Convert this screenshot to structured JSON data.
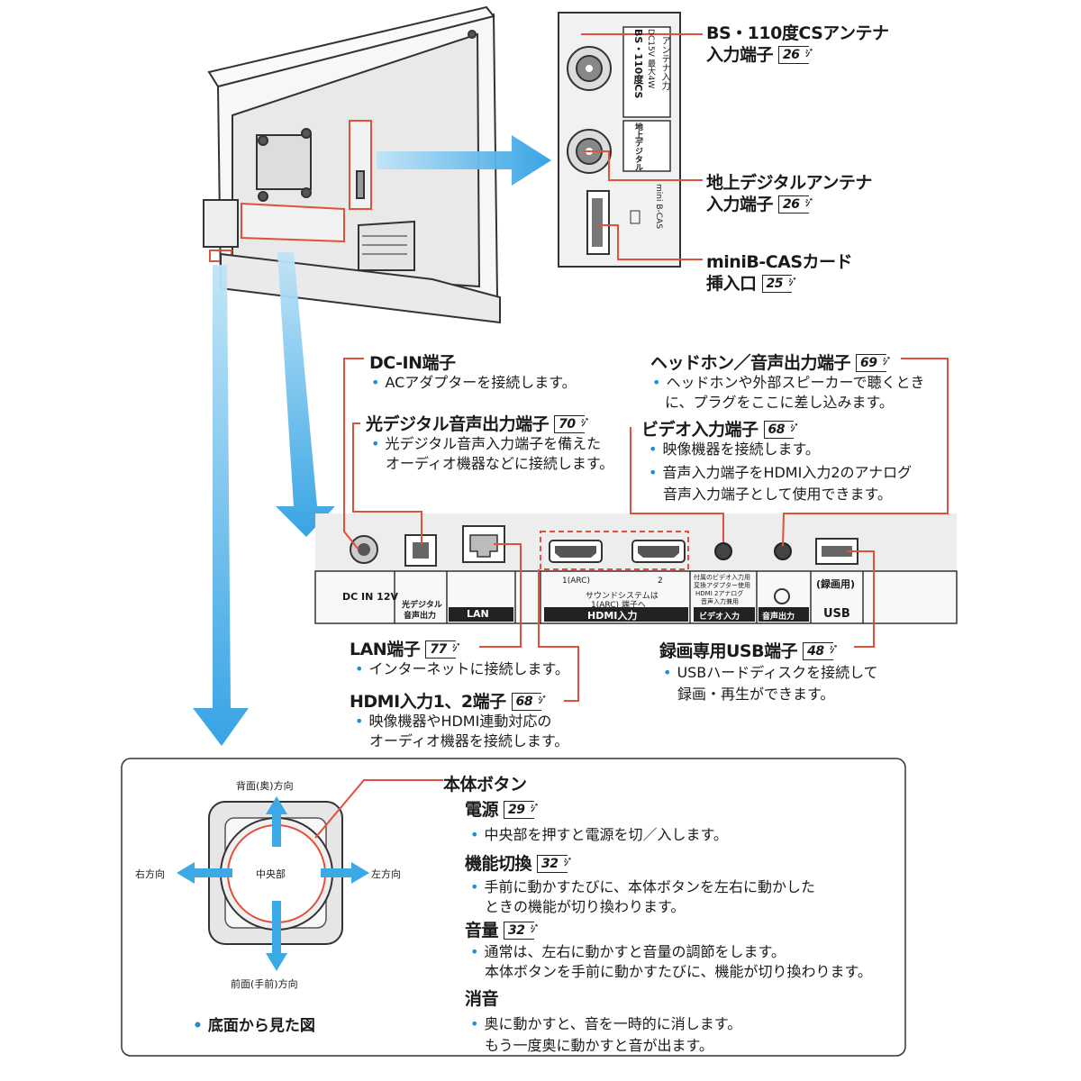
{
  "antenna_bs": {
    "title": "BS・110度CSアンテナ",
    "title2": "入力端子",
    "ref": "26"
  },
  "antenna_terrestrial": {
    "title": "地上デジタルアンテナ",
    "title2": "入力端子",
    "ref": "26"
  },
  "minib_cas": {
    "title": "miniB-CASカード",
    "title2": "挿入口",
    "ref": "25"
  },
  "side_panel_text": {
    "bs": "BS・110度CS",
    "dc": "DC15V 最大4W",
    "antenna": "アンテナ入力",
    "terrestrial": "地上デジタル",
    "cas": "mini B-CAS"
  },
  "dc_in": {
    "title": "DC-IN端子",
    "desc": "ACアダプターを接続します。"
  },
  "optical": {
    "title": "光デジタル音声出力端子",
    "ref": "70",
    "desc1": "光デジタル音声入力端子を備えた",
    "desc2": "オーディオ機器などに接続します。"
  },
  "headphone": {
    "title": "ヘッドホン／音声出力端子",
    "ref": "69",
    "desc1": "ヘッドホンや外部スピーカーで聴くとき",
    "desc2": "に、プラグをここに差し込みます。"
  },
  "video_in": {
    "title": "ビデオ入力端子",
    "ref": "68",
    "desc1": "映像機器を接続します。",
    "desc2": "音声入力端子をHDMI入力2のアナログ",
    "desc3": "音声入力端子として使用できます。"
  },
  "lan": {
    "title": "LAN端子",
    "ref": "77",
    "desc": "インターネットに接続します。"
  },
  "hdmi": {
    "title": "HDMI入力1、2端子",
    "ref": "68",
    "desc1": "映像機器やHDMI連動対応の",
    "desc2": "オーディオ機器を接続します。"
  },
  "usb": {
    "title": "録画専用USB端子",
    "ref": "48",
    "desc1": "USBハードディスクを接続して",
    "desc2": "録画・再生ができます。"
  },
  "port_labels": {
    "dcin": "DC IN 12V",
    "optical1": "光デジタル",
    "optical2": "音声出力",
    "lan": "LAN",
    "hdmi1": "1(ARC)",
    "hdmi2": "2",
    "hdmi_note1": "サウンドシステムは",
    "hdmi_note2": "1(ARC) 端子へ",
    "hdmi": "HDMI入力",
    "video_note1": "付属のビデオ入力用",
    "video_note2": "変換アダプター使用",
    "video_note3": "HDMI 2アナログ",
    "video_note4": "音声入力兼用",
    "video": "ビデオ入力",
    "audio_out": "音声出力",
    "usb_rec": "(録画用)",
    "usb": "USB"
  },
  "bottom_view": {
    "back": "背面(奥)方向",
    "front": "前面(手前)方向",
    "right": "右方向",
    "left": "左方向",
    "center": "中央部",
    "caption": "底面から見た図"
  },
  "body_button": {
    "title": "本体ボタン",
    "power": {
      "title": "電源",
      "ref": "29",
      "desc": "中央部を押すと電源を切／入します。"
    },
    "function": {
      "title": "機能切換",
      "ref": "32",
      "desc1": "手前に動かすたびに、本体ボタンを左右に動かした",
      "desc2": "ときの機能が切り換わります。"
    },
    "volume": {
      "title": "音量",
      "ref": "32",
      "desc1": "通常は、左右に動かすと音量の調節をします。",
      "desc2": "本体ボタンを手前に動かすたびに、機能が切り換わります。"
    },
    "mute": {
      "title": "消音",
      "desc1": "奥に動かすと、音を一時的に消します。",
      "desc2": "もう一度奥に動かすと音が出ます。"
    }
  },
  "colors": {
    "callout_line": "#e0503a",
    "arrow": "#3aa9e6",
    "bullet": "#1a8fd6",
    "outline": "#333333"
  }
}
